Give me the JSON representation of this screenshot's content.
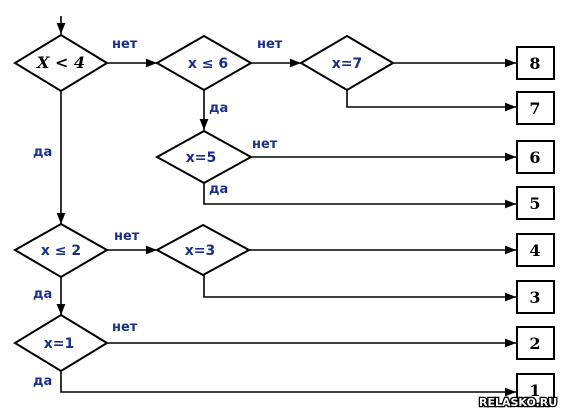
{
  "decisions": [
    {
      "id": "d1",
      "label": "X < 4"
    },
    {
      "id": "d2",
      "label": "x ≤ 6"
    },
    {
      "id": "d3",
      "label": "x=7"
    },
    {
      "id": "d4",
      "label": "x=5"
    },
    {
      "id": "d5",
      "label": "x ≤ 2"
    },
    {
      "id": "d6",
      "label": "x=3"
    },
    {
      "id": "d7",
      "label": "x=1"
    }
  ],
  "outputs": [
    "8",
    "7",
    "6",
    "5",
    "4",
    "3",
    "2",
    "1"
  ],
  "edge_labels": {
    "yes": "да",
    "no": "нет"
  },
  "watermark": "RELASKO.RU"
}
